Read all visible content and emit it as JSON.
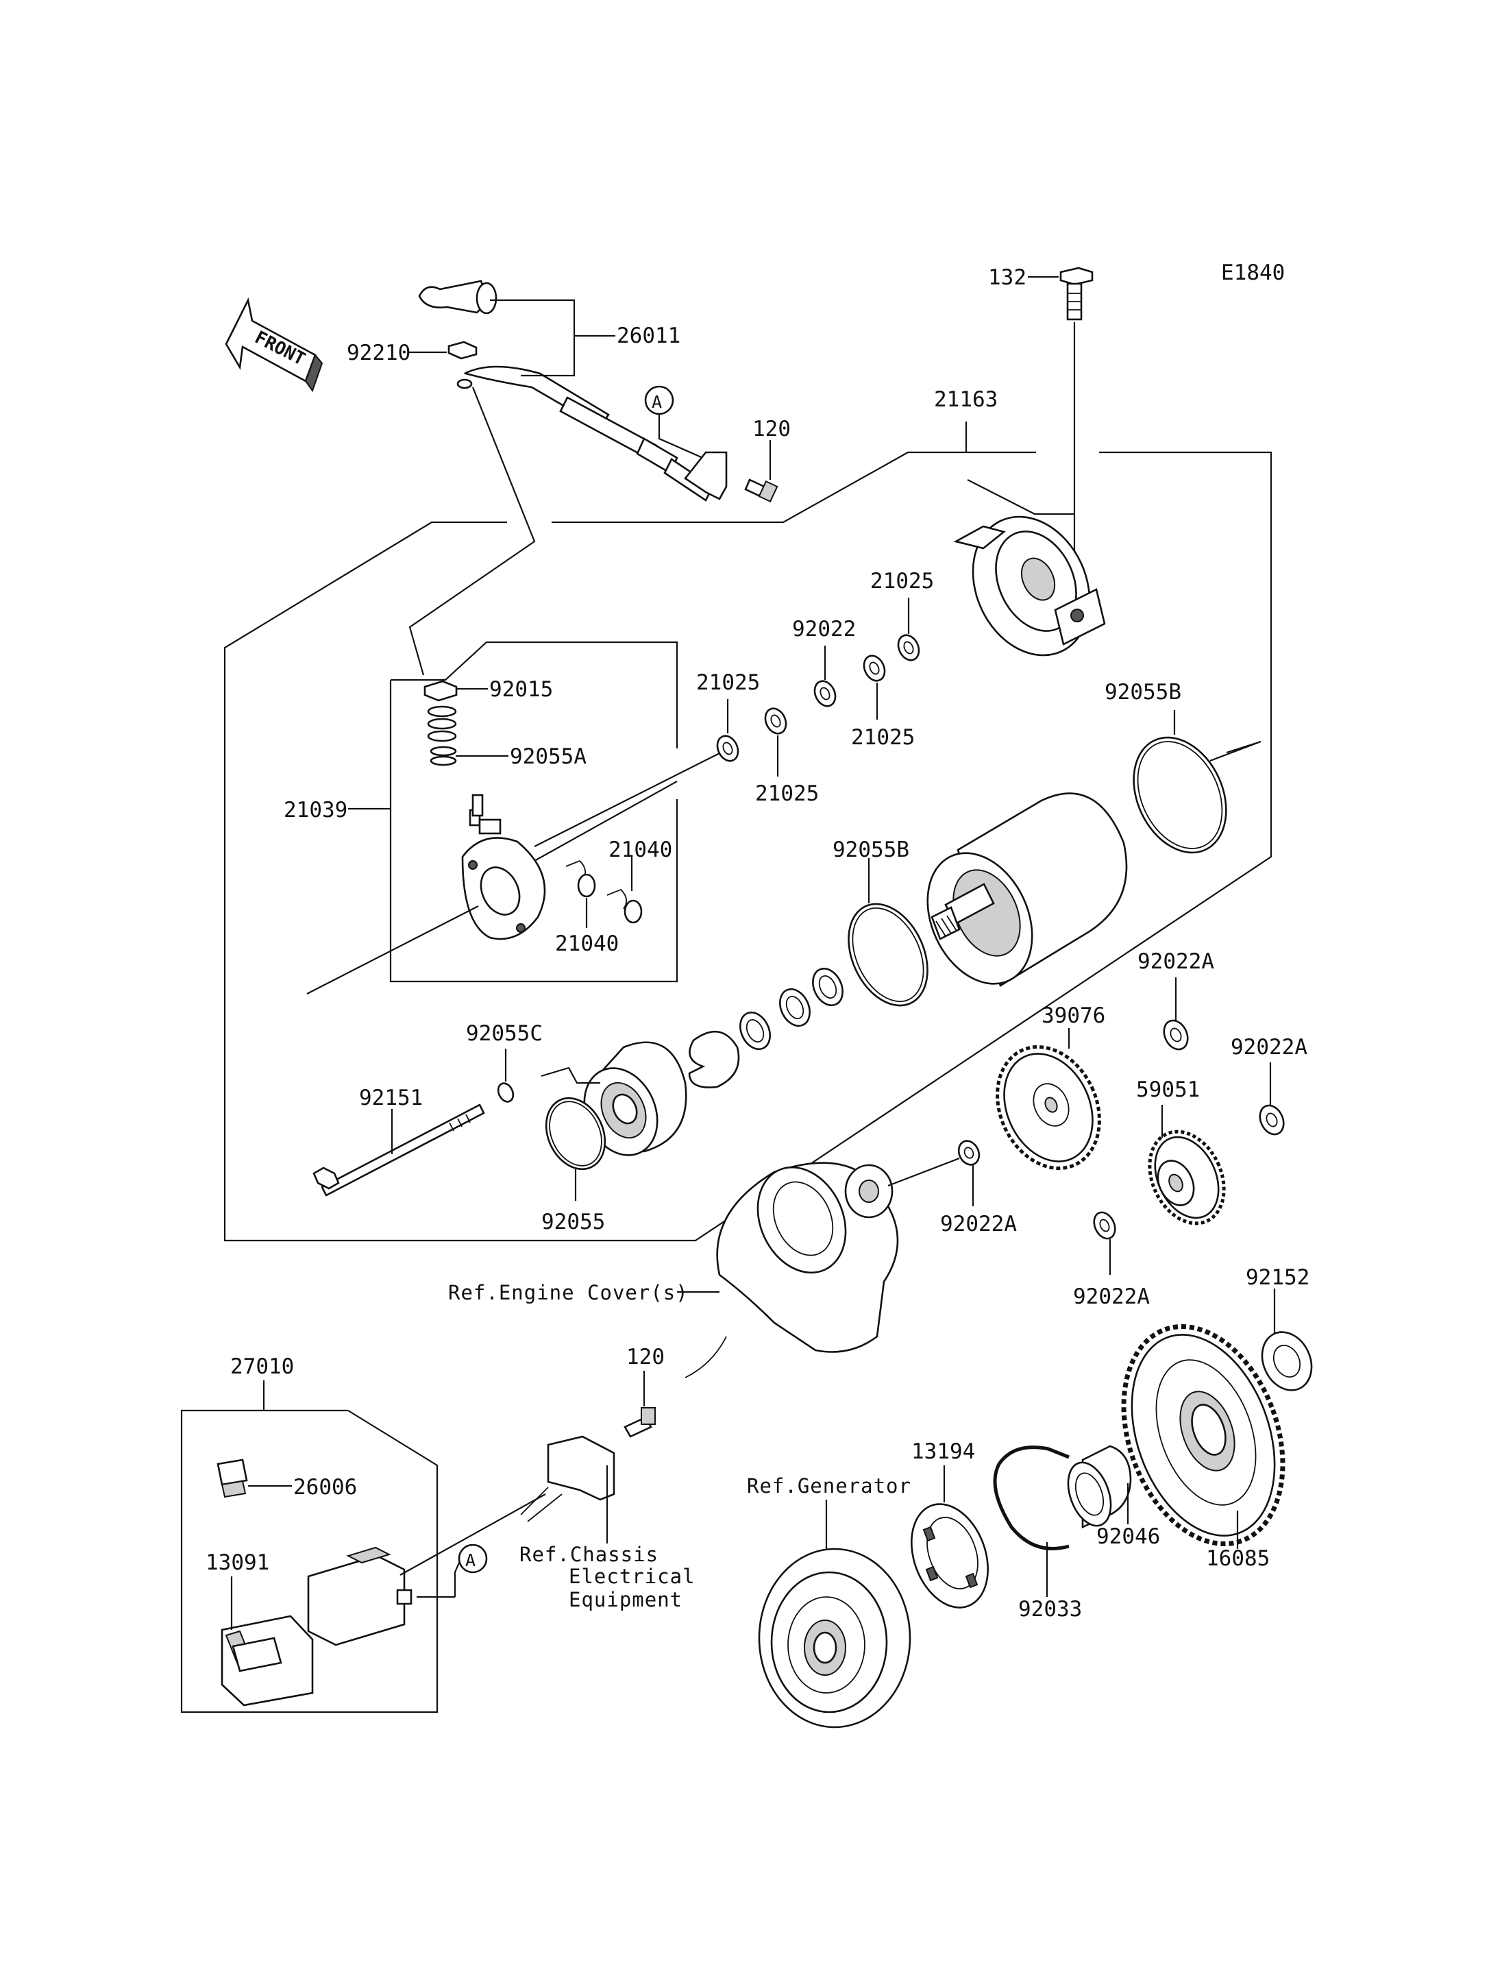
{
  "diagram": {
    "code": "E1840",
    "front_label": "FRONT",
    "callout": "A"
  },
  "labels": {
    "p26011": "26011",
    "p92210": "92210",
    "p120_top": "120",
    "p132": "132",
    "p21163": "21163",
    "p21025_a": "21025",
    "p92022": "92022",
    "p21025_b": "21025",
    "p21025_c": "21025",
    "p21025_d": "21025",
    "p92055B_a": "92055B",
    "p92015": "92015",
    "p92055A": "92055A",
    "p21039": "21039",
    "p21040_a": "21040",
    "p21040_b": "21040",
    "p92055B_b": "92055B",
    "p92022A_a": "92022A",
    "p39076": "39076",
    "p92022A_b": "92022A",
    "p59051": "59051",
    "p92055C": "92055C",
    "p92151": "92151",
    "p92055": "92055",
    "p92022A_c": "92022A",
    "p92022A_d": "92022A",
    "p92152": "92152",
    "p27010": "27010",
    "p120_bot": "120",
    "p26006": "26006",
    "p13091": "13091",
    "p13194": "13194",
    "p92046": "92046",
    "p16085": "16085",
    "p92033": "92033"
  },
  "references": {
    "engine_cover": "Ref.Engine Cover(s)",
    "generator": "Ref.Generator",
    "chassis_1": "Ref.Chassis",
    "chassis_2": "Electrical",
    "chassis_3": "Equipment"
  }
}
